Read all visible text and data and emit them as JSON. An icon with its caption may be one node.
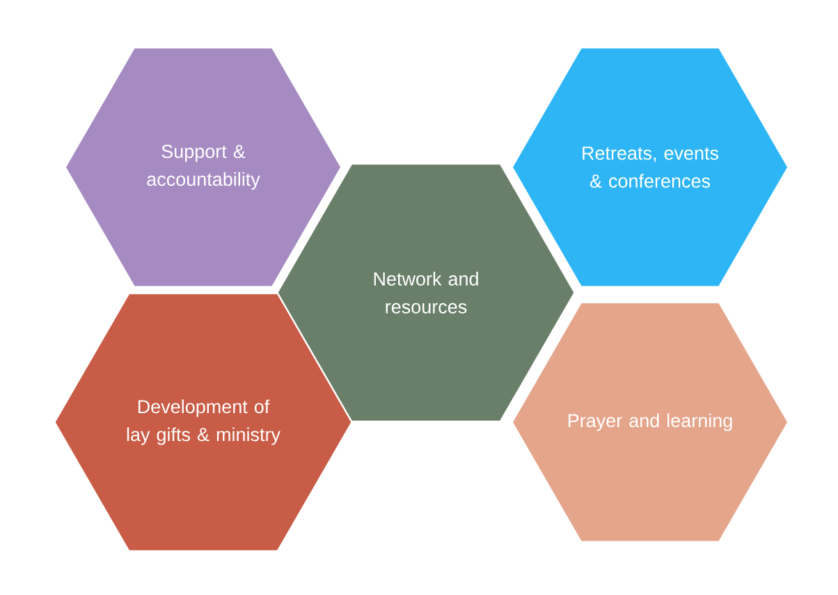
{
  "diagram": {
    "nodes": [
      {
        "text": [
          "Support & accountability"
        ]
      },
      {
        "text": [
          "Retreats, events & conferences"
        ]
      },
      {
        "text": [
          "Network and resources"
        ]
      },
      {
        "text": [
          "Development of lay gifts & ministry"
        ]
      },
      {
        "text": [
          "Prayer and learning"
        ]
      }
    ]
  }
}
